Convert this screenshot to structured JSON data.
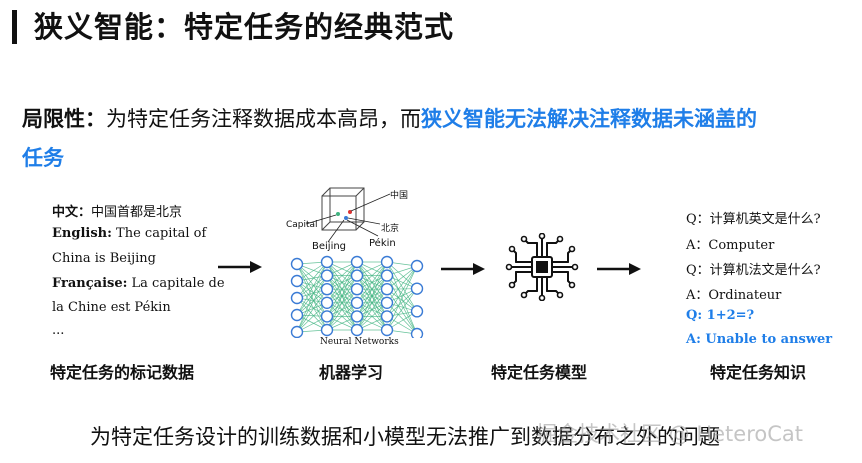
{
  "title": "狭义智能：特定任务的经典范式",
  "subtitle": {
    "lead": "局限性：",
    "normal": "为特定任务注释数据成本高昂，而",
    "highlight_line1": "狭义智能无法解决注释数据未涵盖的",
    "highlight_line2": "任务"
  },
  "examples": [
    {
      "label": "中文：",
      "text": "中国首都是北京"
    },
    {
      "label": "English:",
      "text": " The capital of"
    },
    {
      "label": "",
      "text": "China is Beijing"
    },
    {
      "label": "Française:",
      "text": "  La capitale de"
    },
    {
      "label": "",
      "text": "la Chine est Pékin"
    },
    {
      "label": "",
      "text": "..."
    }
  ],
  "nn": {
    "cube_labels": {
      "zh": "中国",
      "capital": "Capital",
      "beijing_zh": "北京",
      "beijing_en": "Beijing",
      "pekin": "Pékin"
    },
    "caption": "Neural Networks"
  },
  "qa": [
    {
      "text": "Q：计算机英文是什么?",
      "highlight": false
    },
    {
      "text": "A：Computer",
      "highlight": false
    },
    {
      "text": "Q：计算机法文是什么?",
      "highlight": false
    },
    {
      "text": "A：Ordinateur",
      "highlight": false
    },
    {
      "text": "Q:   1+2=?",
      "highlight": true
    },
    {
      "text": "A:   Unable to answer",
      "highlight": true
    }
  ],
  "stages": [
    "特定任务的标记数据",
    "机器学习",
    "特定任务模型",
    "特定任务知识"
  ],
  "bottom_text": "为特定任务设计的训练数据和小模型无法推广到数据分布之外的问题",
  "watermark": "掘金技术社区 @ HeteroCat",
  "colors": {
    "accent_blue": "#1f7ee8",
    "node_blue": "#3a7bd5",
    "edge_green": "#3fb37f"
  }
}
